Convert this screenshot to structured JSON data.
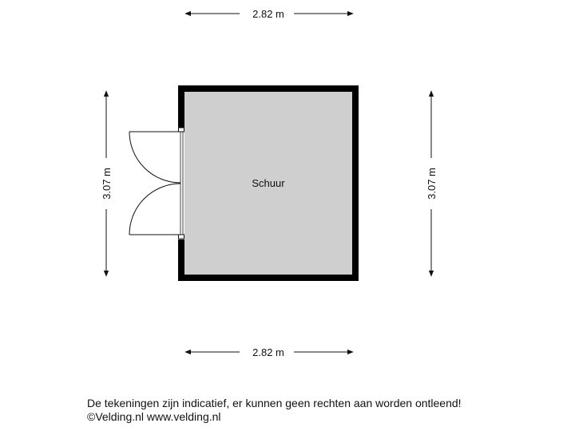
{
  "plan": {
    "room": {
      "name": "Schuur",
      "fill_color": "#cfcfcf",
      "wall_color": "#000000"
    },
    "dimensions": {
      "top": "2.82 m",
      "bottom": "2.82 m",
      "left": "3.07 m",
      "right": "3.07 m"
    }
  },
  "footer": {
    "disclaimer": "De tekeningen zijn indicatief, er kunnen geen rechten aan worden ontleend!",
    "copyright": "©Velding.nl www.velding.nl"
  }
}
